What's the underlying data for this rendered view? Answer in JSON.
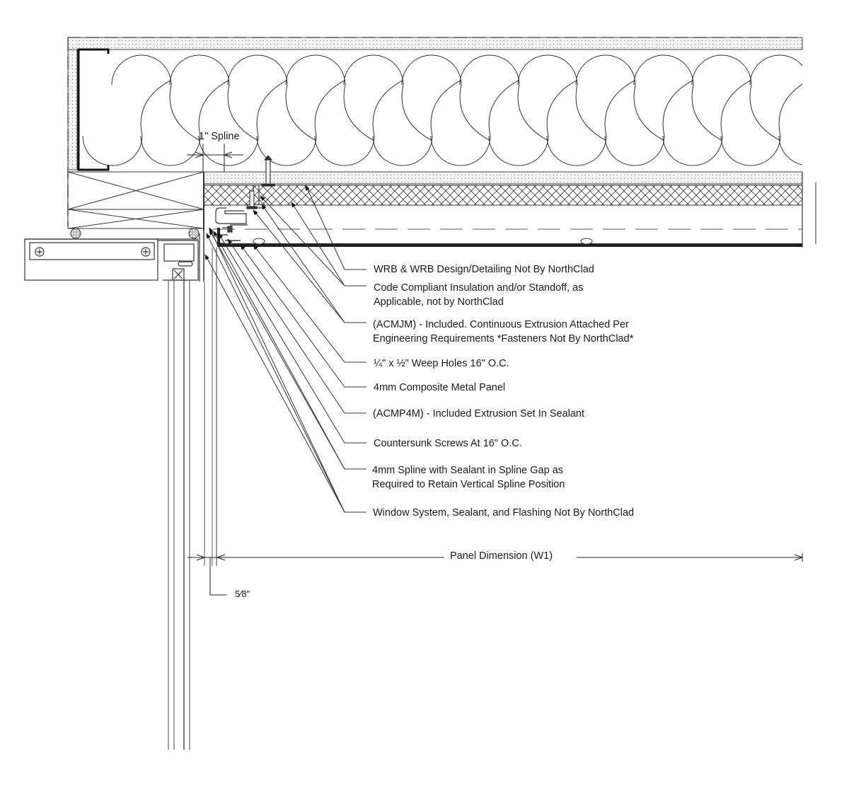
{
  "drawing": {
    "type": "architectural-section-detail",
    "subject": "Composite metal panel jamb at window"
  },
  "dimensions": {
    "spline_width": "1\" Spline",
    "panel_dimension": "Panel Dimension (W1)",
    "gap": "5⁄8\""
  },
  "notes": [
    {
      "id": "wrb",
      "lines": [
        "WRB & WRB Design/Detailing Not By NorthClad"
      ]
    },
    {
      "id": "insulation",
      "lines": [
        "Code Compliant Insulation and/or Standoff, as",
        "Applicable, not by NorthClad"
      ]
    },
    {
      "id": "acmjm",
      "lines": [
        "(ACMJM) - Included. Continuous Extrusion Attached Per",
        "Engineering Requirements *Fasteners Not By NorthClad*"
      ]
    },
    {
      "id": "weep",
      "lines": [
        "¼\" x ½\" Weep Holes 16\" O.C."
      ]
    },
    {
      "id": "panel",
      "lines": [
        "4mm Composite Metal Panel"
      ]
    },
    {
      "id": "acmp4m",
      "lines": [
        "(ACMP4M) - Included Extrusion Set In Sealant"
      ]
    },
    {
      "id": "screws",
      "lines": [
        "Countersunk Screws At 16\" O.C."
      ]
    },
    {
      "id": "spline",
      "lines": [
        "4mm Spline with Sealant in Spline Gap as",
        "Required to Retain Vertical Spline Position"
      ]
    },
    {
      "id": "window",
      "lines": [
        "Window System, Sealant, and Flashing Not By NorthClad"
      ]
    }
  ]
}
